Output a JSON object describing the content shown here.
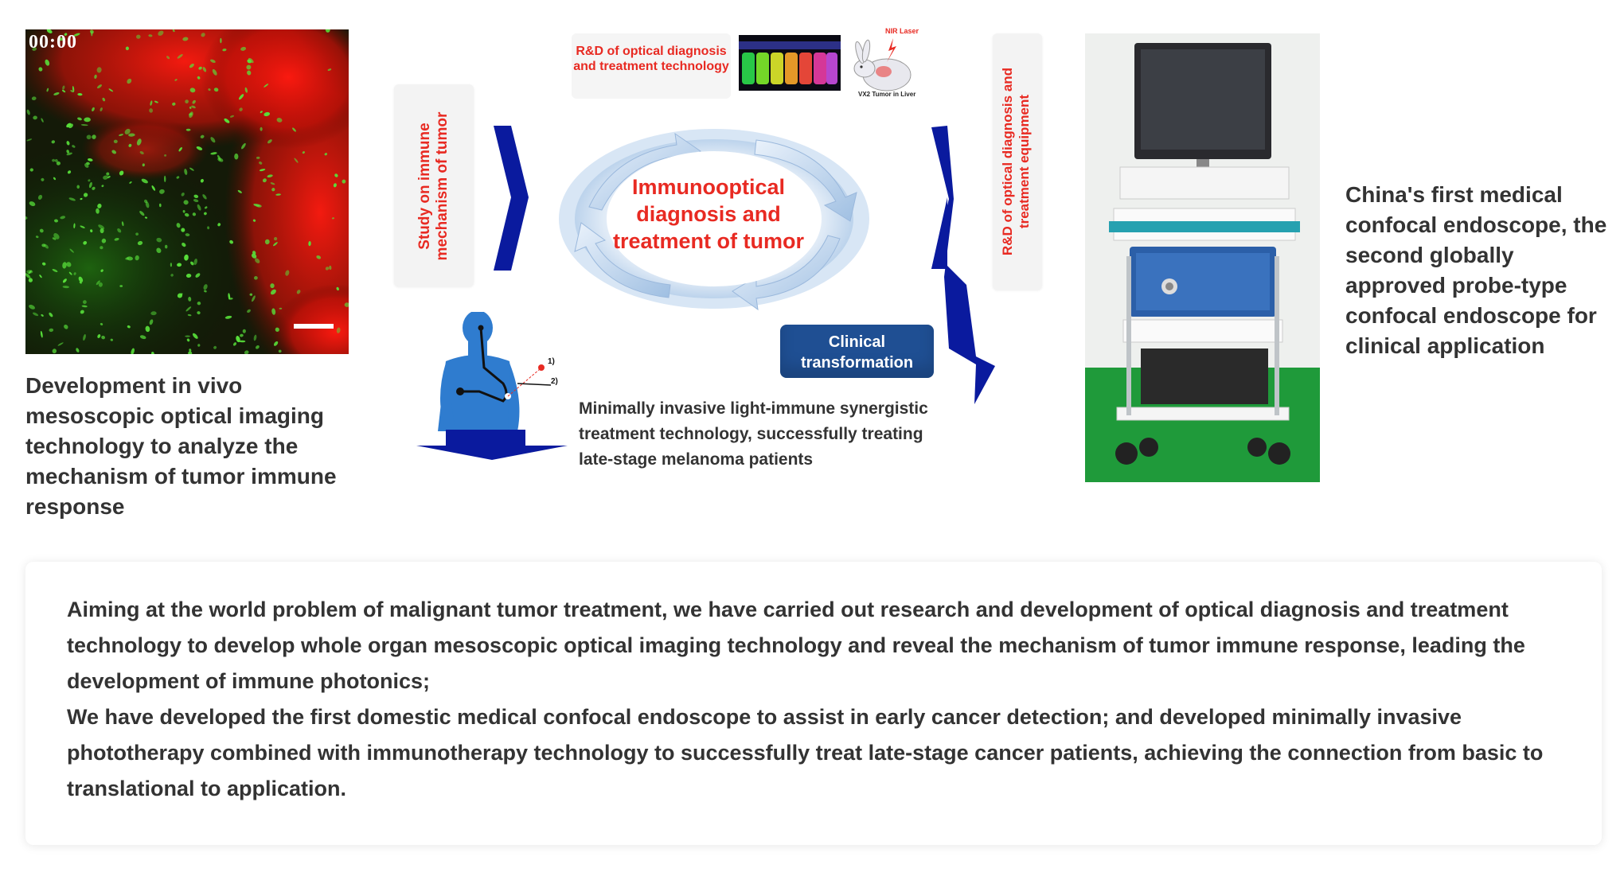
{
  "microscopy": {
    "timestamp": "00:00",
    "caption": "Development in vivo mesoscopic optical imaging technology to analyze the mechanism of tumor immune response"
  },
  "diagram": {
    "left_label": "Study on immune mechanism of tumor",
    "top_label": "R&D of optical diagnosis and treatment technology",
    "right_label": "R&D of optical diagnosis and treatment equipment",
    "center_label": "Immunooptical diagnosis and treatment of tumor",
    "clinical_label": "Clinical transformation",
    "rabbit_laser_label": "NIR Laser",
    "rabbit_caption": "VX2 Tumor in Liver",
    "patient_markers": [
      "1)",
      "2)"
    ],
    "treatment_caption": "Minimally invasive light-immune synergistic treatment technology, successfully treating late-stage melanoma patients",
    "colors": {
      "red_text": "#e82a22",
      "arrow_blue": "#0a1a9e",
      "clinical_bg": "#1f4f93",
      "body_blue": "#2f7ccf"
    }
  },
  "equipment": {
    "caption": "China's first medical confocal endoscope, the second globally approved probe-type confocal endoscope for clinical application"
  },
  "summary": {
    "paragraph_1": "Aiming at the world problem of malignant tumor treatment, we have carried out research and development of optical diagnosis and treatment technology to develop whole organ mesoscopic optical imaging technology and reveal the mechanism of tumor immune response, leading the development of immune photonics;",
    "paragraph_2": "We have developed the first domestic medical confocal endoscope to assist in early cancer detection; and developed minimally invasive phototherapy combined with immunotherapy technology to successfully treat late-stage cancer patients, achieving the connection from basic to translational to application."
  }
}
